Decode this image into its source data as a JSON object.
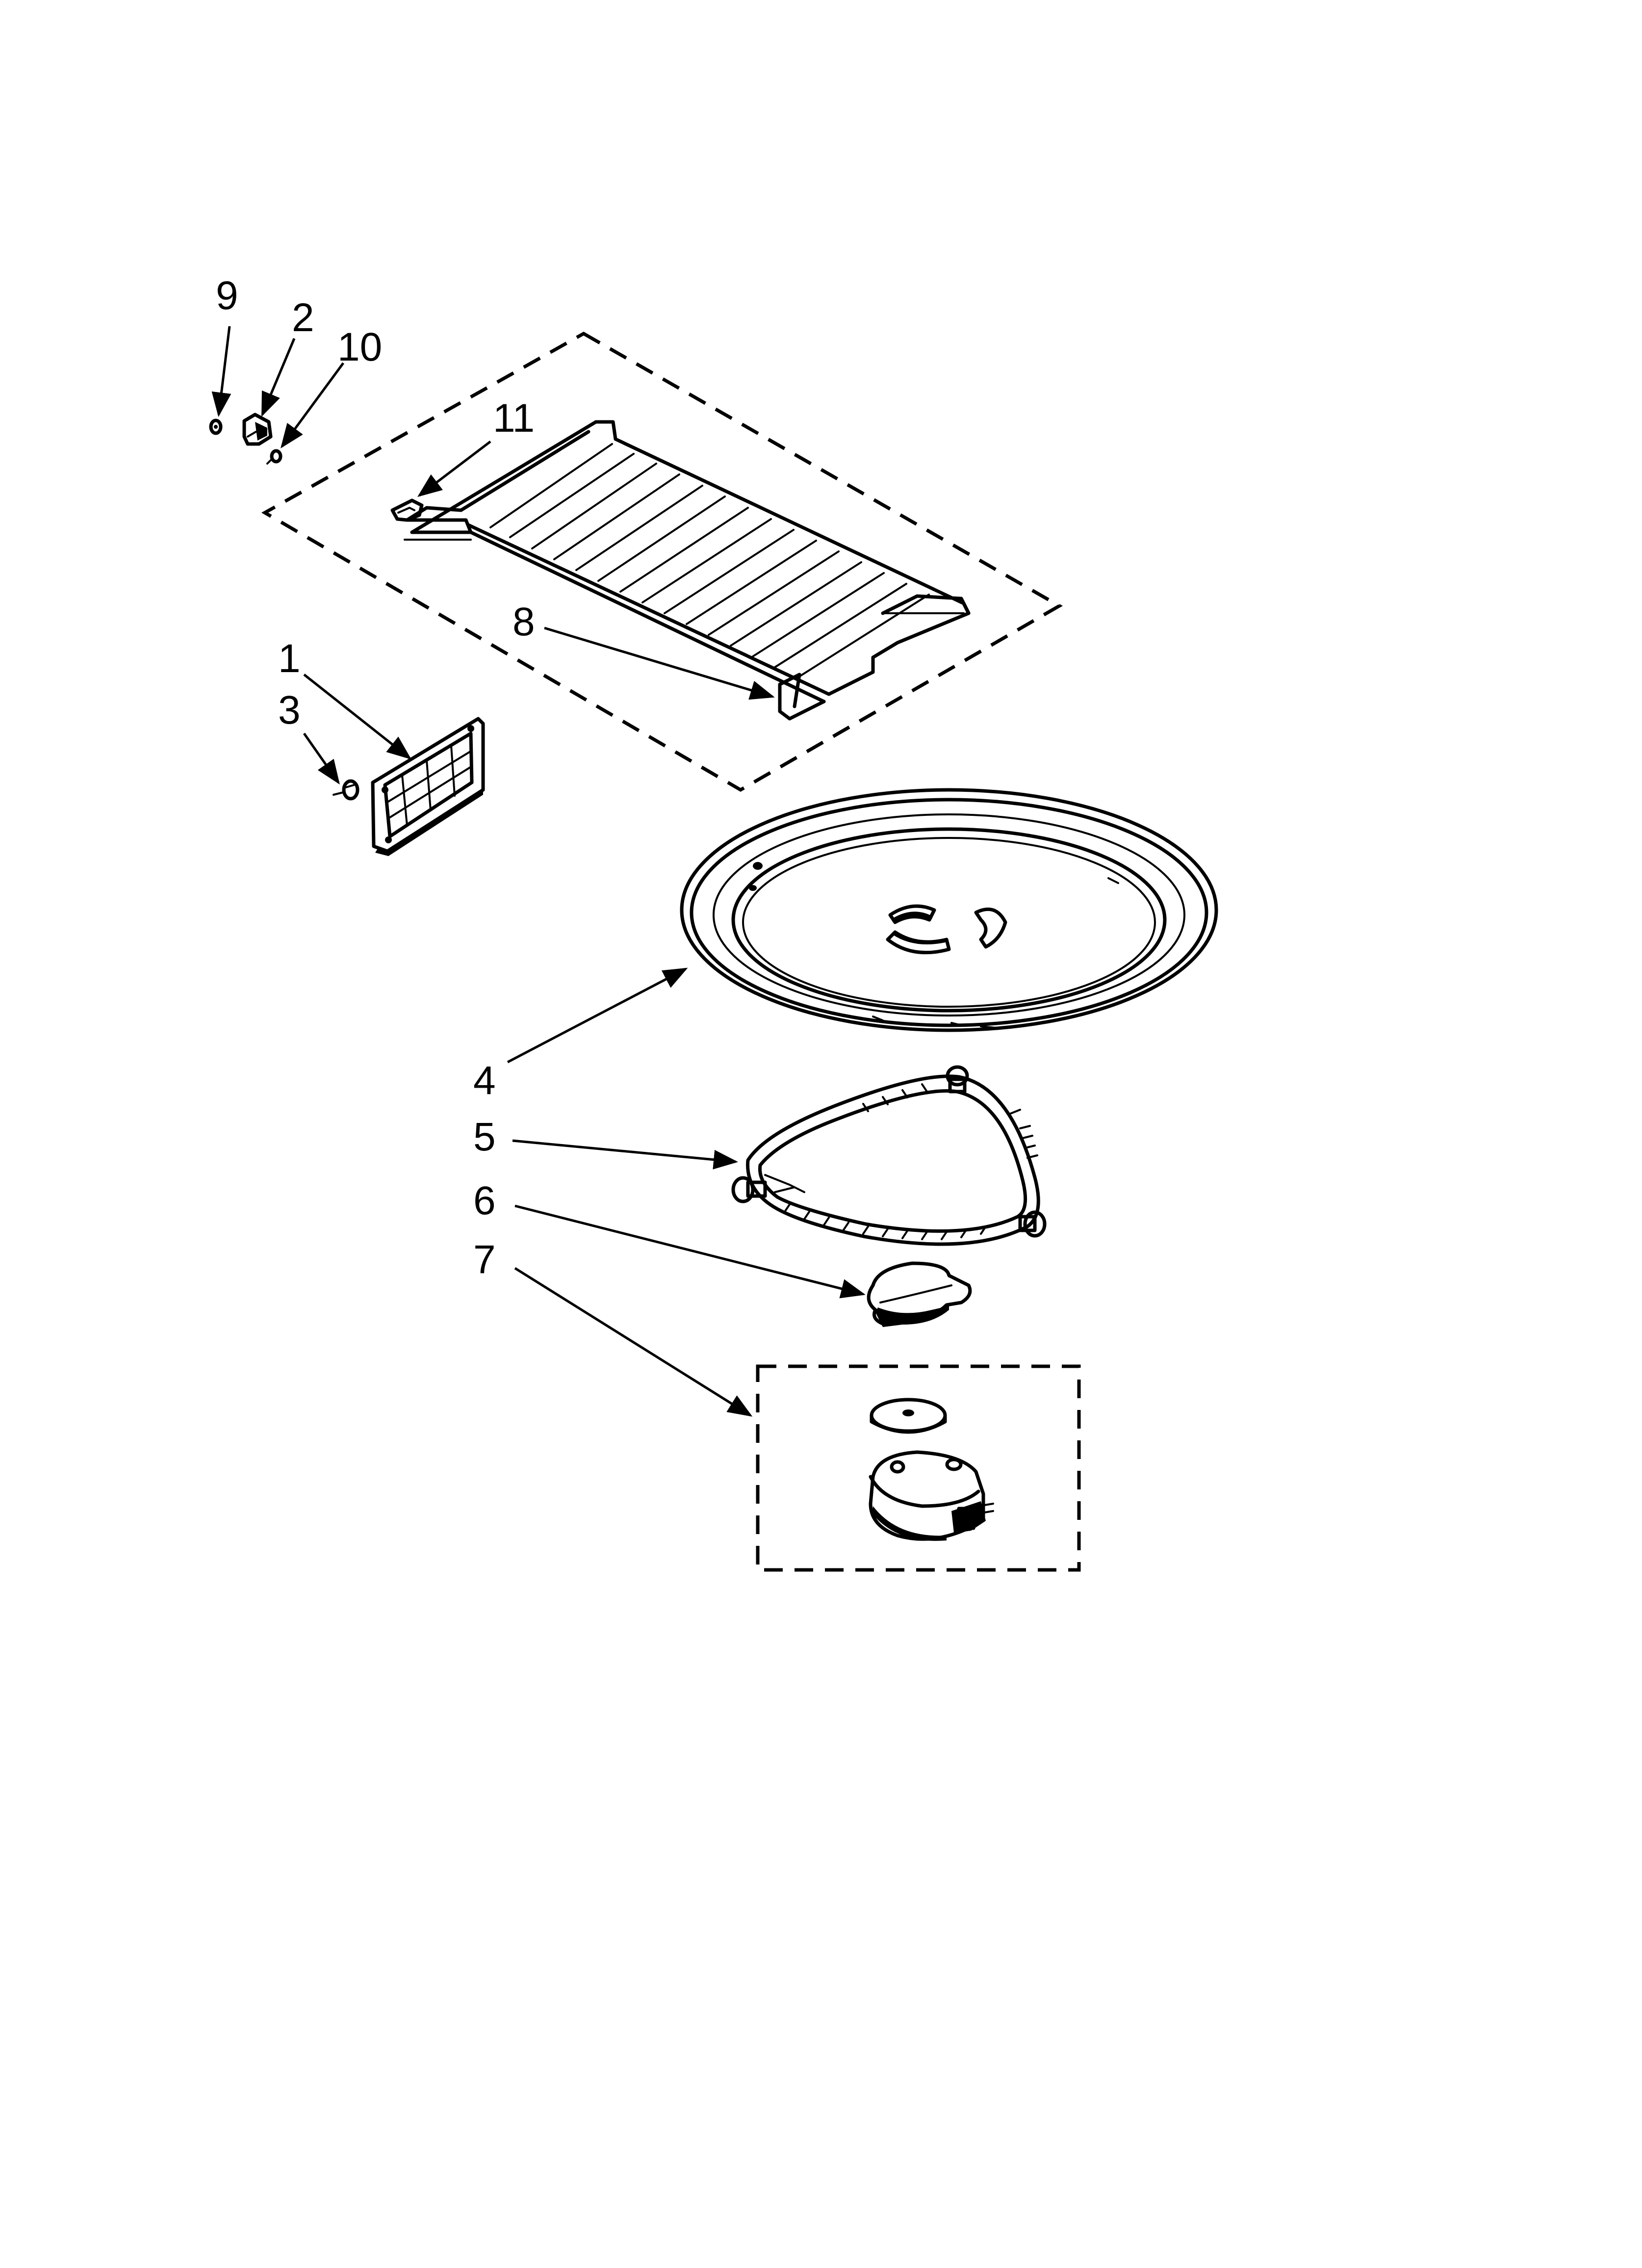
{
  "callouts": {
    "c1": "1",
    "c2": "2",
    "c3": "3",
    "c4": "4",
    "c5": "5",
    "c6": "6",
    "c7": "7",
    "c8": "8",
    "c9": "9",
    "c10": "10",
    "c11": "11"
  },
  "colors": {
    "line": "#000000",
    "background": "#ffffff",
    "part_fill": "#ffffff",
    "part_shade": "#d9d9d9"
  }
}
